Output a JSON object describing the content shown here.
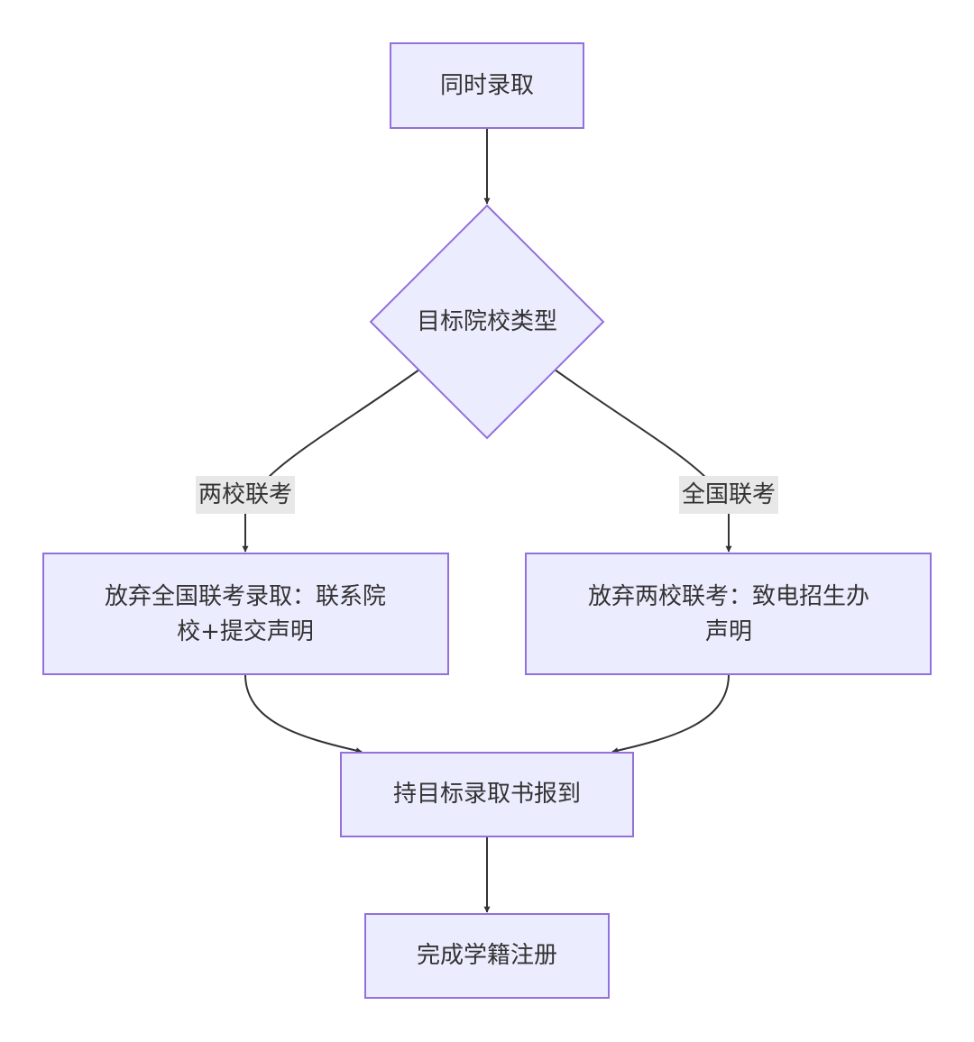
{
  "diagram": {
    "nodes": {
      "start": "同时录取",
      "decision": "目标院校类型",
      "left_action": {
        "line1": "放弃全国联考录取：联系院",
        "line2": "校+提交声明"
      },
      "right_action": {
        "line1": "放弃两校联考：致电招生办",
        "line2": "声明"
      },
      "report": "持目标录取书报到",
      "finish": "完成学籍注册"
    },
    "edges": {
      "left_label": "两校联考",
      "right_label": "全国联考"
    }
  }
}
